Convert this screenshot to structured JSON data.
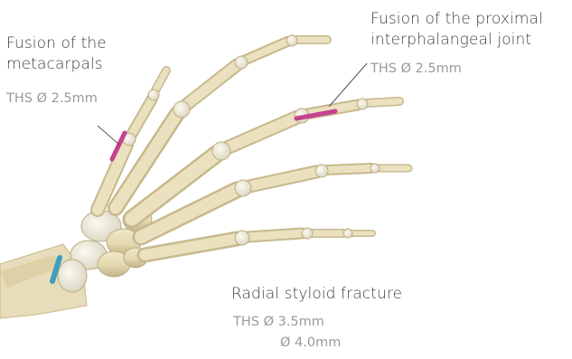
{
  "labels": {
    "metacarpal_fusion": {
      "title_line1": "Fusion of the",
      "title_line2": "metacarpals",
      "spec": "THS  Ø 2.5mm"
    },
    "pip_fusion": {
      "title_line1": "Fusion of the proximal",
      "title_line2": "interphalangeal joint",
      "spec": "THS  Ø 2.5mm"
    },
    "radial_styloid": {
      "title": "Radial styloid fracture",
      "spec_line1": "THS  Ø 3.5mm",
      "spec_line2": "Ø 4.0mm"
    }
  },
  "colors": {
    "bone": "#e6dcb6",
    "bone_shade": "#c7b98c",
    "joint": "#f4f1e6",
    "screw_pink": "#c4428f",
    "screw_blue": "#3c9ec0",
    "title_text": "#3f3f3f",
    "spec_text": "#9a9a9a",
    "leader": "#555555"
  }
}
